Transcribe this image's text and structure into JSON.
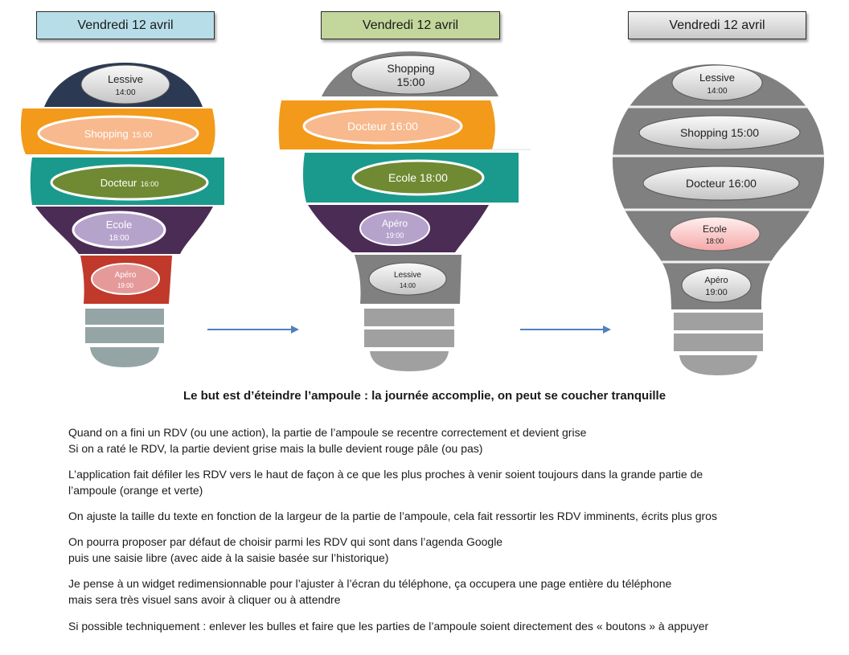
{
  "headers": [
    "Vendredi 12 avril",
    "Vendredi 12 avril",
    "Vendredi 12 avril"
  ],
  "bulb1": {
    "lessive": {
      "name": "Lessive",
      "time": "14:00"
    },
    "shopping": {
      "name": "Shopping",
      "time": "15:00"
    },
    "docteur": {
      "name": "Docteur",
      "time": "16:00"
    },
    "ecole": {
      "name": "Ecole",
      "time": "18:00"
    },
    "apero": {
      "name": "Apéro",
      "time": "19:00"
    }
  },
  "bulb2": {
    "shopping": {
      "name": "Shopping",
      "time": "15:00"
    },
    "docteur": "Docteur 16:00",
    "ecole": "Ecole 18:00",
    "apero": {
      "name": "Apéro",
      "time": "19:00"
    },
    "lessive": {
      "name": "Lessive",
      "time": "14:00"
    }
  },
  "bulb3": {
    "lessive": {
      "name": "Lessive",
      "time": "14:00"
    },
    "shopping": "Shopping 15:00",
    "docteur": "Docteur 16:00",
    "ecole": {
      "name": "Ecole",
      "time": "18:00"
    },
    "apero": {
      "name": "Apéro",
      "time": "19:00"
    }
  },
  "goal": "Le but est d’éteindre l’ampoule : la journée accomplie, on peut se coucher tranquille",
  "paragraphs": [
    {
      "line1": "Quand on a fini un RDV (ou une action), la partie de l’ampoule se recentre correctement et devient grise",
      "line2": "Si on a raté le RDV, la partie devient grise mais la bulle devient rouge pâle (ou pas)"
    },
    {
      "line1": "L’application fait défiler les RDV vers le haut de façon à ce que les plus proches à venir soient toujours dans la grande partie de",
      "line2": "l’ampoule (orange et verte)"
    },
    {
      "line1": "On ajuste la taille du texte en fonction de la largeur de la partie de l’ampoule, cela fait ressortir les RDV imminents, écrits plus gros",
      "line2": ""
    },
    {
      "line1": "On pourra proposer par défaut de choisir parmi les RDV qui sont dans l’agenda Google",
      "line2": "puis une saisie libre (avec aide à la saisie basée sur l’historique)"
    },
    {
      "line1": "Je pense à un widget redimensionnable pour l’ajuster à l’écran du téléphone, ça occupera une page entière du téléphone",
      "line2": "mais sera très visuel sans avoir à cliquer ou à attendre"
    },
    {
      "line1": "Si possible techniquement  : enlever les bulles et faire que les parties de l’ampoule soient directement des « boutons » à appuyer",
      "line2": ""
    }
  ],
  "colors": {
    "navy": "#2b3a52",
    "orange": "#f39a1a",
    "teal": "#1a9a8c",
    "purple": "#4b2c55",
    "red": "#c0392b",
    "gray": "#888888",
    "arrow": "#4f81bd",
    "header1": "#b7dde8",
    "header2": "#c3d69b"
  }
}
